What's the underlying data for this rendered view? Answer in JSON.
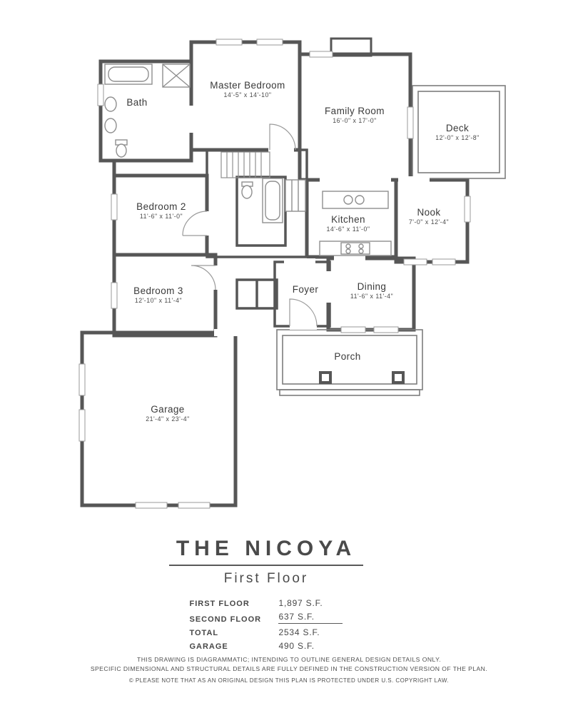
{
  "plan": {
    "rooms": [
      {
        "name": "Bath",
        "dims": ""
      },
      {
        "name": "Master Bedroom",
        "dims": "14'-5\" x 14'-10\""
      },
      {
        "name": "Family Room",
        "dims": "16'-0\" x 17'-0\""
      },
      {
        "name": "Deck",
        "dims": "12'-0\" x 12'-8\""
      },
      {
        "name": "Bedroom 2",
        "dims": "11'-6\" x 11'-0\""
      },
      {
        "name": "Kitchen",
        "dims": "14'-6\" x 11'-0\""
      },
      {
        "name": "Nook",
        "dims": "7'-0\" x 12'-4\""
      },
      {
        "name": "Bedroom 3",
        "dims": "12'-10\" x 11'-4\""
      },
      {
        "name": "Foyer",
        "dims": ""
      },
      {
        "name": "Dining",
        "dims": "11'-6\" x 11'-4\""
      },
      {
        "name": "Porch",
        "dims": ""
      },
      {
        "name": "Garage",
        "dims": "21'-4\" x 23'-4\""
      }
    ]
  },
  "title_block": {
    "title": "THE NICOYA",
    "subtitle": "First Floor",
    "areas": [
      {
        "label": "FIRST FLOOR",
        "value": "1,897 S.F."
      },
      {
        "label": "SECOND FLOOR",
        "value": "637 S.F."
      },
      {
        "label": "TOTAL",
        "value": "2534 S.F."
      },
      {
        "label": "GARAGE",
        "value": "490 S.F."
      }
    ]
  },
  "footer": {
    "line1": "THIS DRAWING IS DIAGRAMMATIC; INTENDING TO OUTLINE GENERAL DESIGN DETAILS ONLY.",
    "line2": "SPECIFIC DIMENSIONAL AND STRUCTURAL DETAILS ARE FULLY DEFINED IN THE CONSTRUCTION VERSION OF THE PLAN.",
    "line3": "© PLEASE NOTE THAT AS AN ORIGINAL DESIGN THIS PLAN IS PROTECTED UNDER U.S. COPYRIGHT LAW."
  },
  "colors": {
    "wall": "#565656",
    "fixture": "#8f8f8f",
    "text": "#3f3f3f"
  }
}
